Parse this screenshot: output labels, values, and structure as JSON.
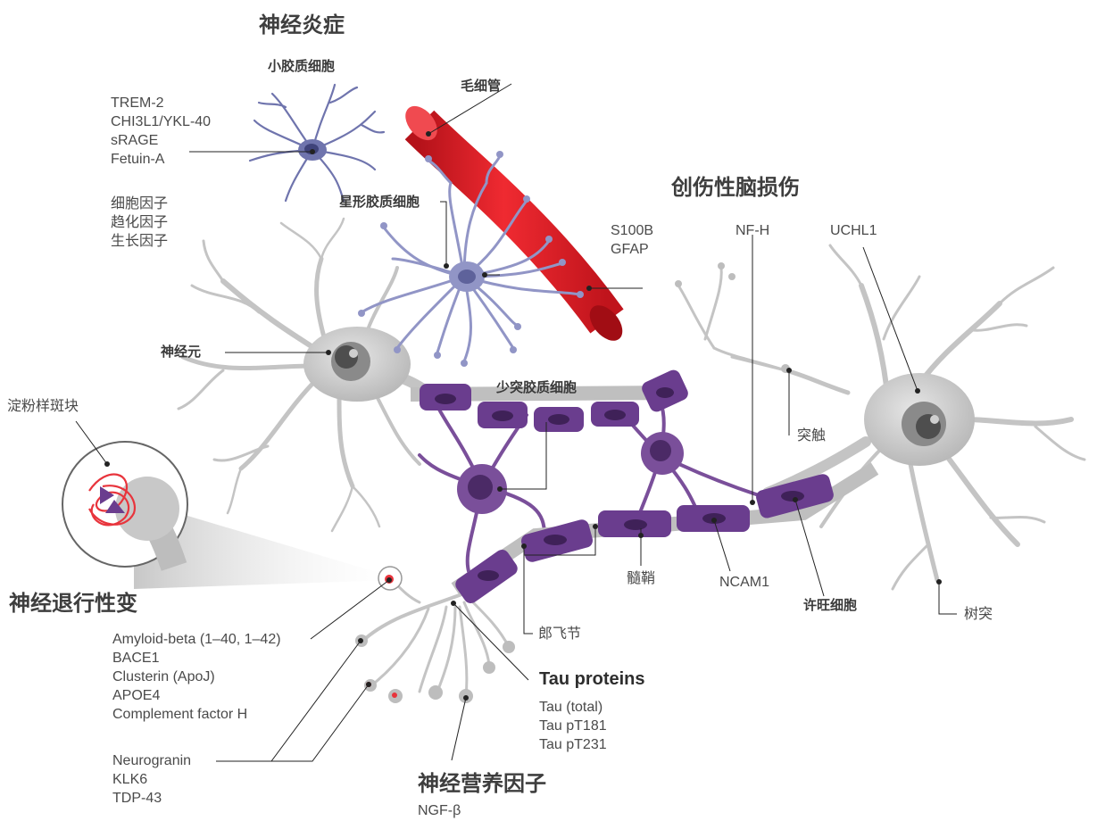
{
  "headings": {
    "neuroinflammation": "神经炎症",
    "tbi": "创伤性脑损伤",
    "neurodegeneration": "神经退行性变",
    "neurotrophic": "神经营养因子"
  },
  "cells": {
    "microglia": "小胶质细胞",
    "capillary": "毛细管",
    "astrocyte": "星形胶质细胞",
    "neuron": "神经元",
    "oligodendrocyte": "少突胶质细胞",
    "amyloid_plaque": "淀粉样斑块",
    "synapse": "突触",
    "myelin": "髓鞘",
    "schwann": "许旺细胞",
    "dendrite": "树突",
    "ranvier": "郎飞节"
  },
  "markers": {
    "microglia": [
      "TREM-2",
      "CHI3L1/YKL-40",
      "sRAGE",
      "Fetuin-A"
    ],
    "factors": [
      "细胞因子",
      "趋化因子",
      "生长因子"
    ],
    "astrocyte": [
      "S100B",
      "GFAP"
    ],
    "nfh": "NF-H",
    "uchl1": "UCHL1",
    "ncam1": "NCAM1",
    "amyloid": [
      "Amyloid-beta (1–40, 1–42)",
      "BACE1",
      "Clusterin (ApoJ)",
      "APOE4",
      "Complement factor H"
    ],
    "synaptic": [
      "Neurogranin",
      "KLK6",
      "TDP-43"
    ],
    "tau_title": "Tau proteins",
    "tau": [
      "Tau (total)",
      "Tau pT181",
      "Tau pT231"
    ],
    "ngf": "NGF-β"
  },
  "colors": {
    "neuron": "#c8c8c8",
    "glia_blue": "#8f92c4",
    "oligo_purple": "#7a4f9a",
    "myelin_purple": "#6a3d8e",
    "capillary_red": "#e01f26",
    "plaque_red": "#e8343c",
    "line": "#222222"
  }
}
